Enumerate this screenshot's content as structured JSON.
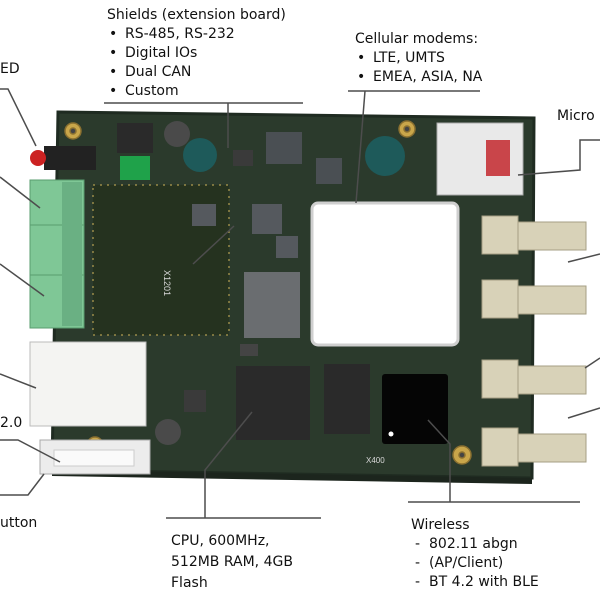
{
  "labels": {
    "shields_title": "Shields (extension board)",
    "shields_items": [
      "RS-485, RS-232",
      "Digital IOs",
      "Dual CAN",
      "Custom"
    ],
    "cellular_title": "Cellular modems:",
    "cellular_items": [
      "LTE, UMTS",
      "EMEA, ASIA, NA"
    ],
    "led": "ED",
    "micro": "Micro",
    "usb": "2.0",
    "button": "utton",
    "cpu_line1": "CPU, 600MHz,",
    "cpu_line2": "512MB RAM, 4GB",
    "cpu_line3": "Flash",
    "wireless_title": "Wireless",
    "wireless_items": [
      "802.11 abgn",
      "(AP/Client)",
      "BT 4.2 with BLE"
    ]
  },
  "silkscreen": {
    "module_id": "X1201",
    "small_id": "X400"
  },
  "colors": {
    "pcb": "#2b3a2c",
    "pcb_edge": "#1f2b21",
    "terminal": "#7fc796",
    "sma": "#d8d2b8",
    "chip": "#2a2a2a",
    "leader": "#4d4d4d"
  }
}
